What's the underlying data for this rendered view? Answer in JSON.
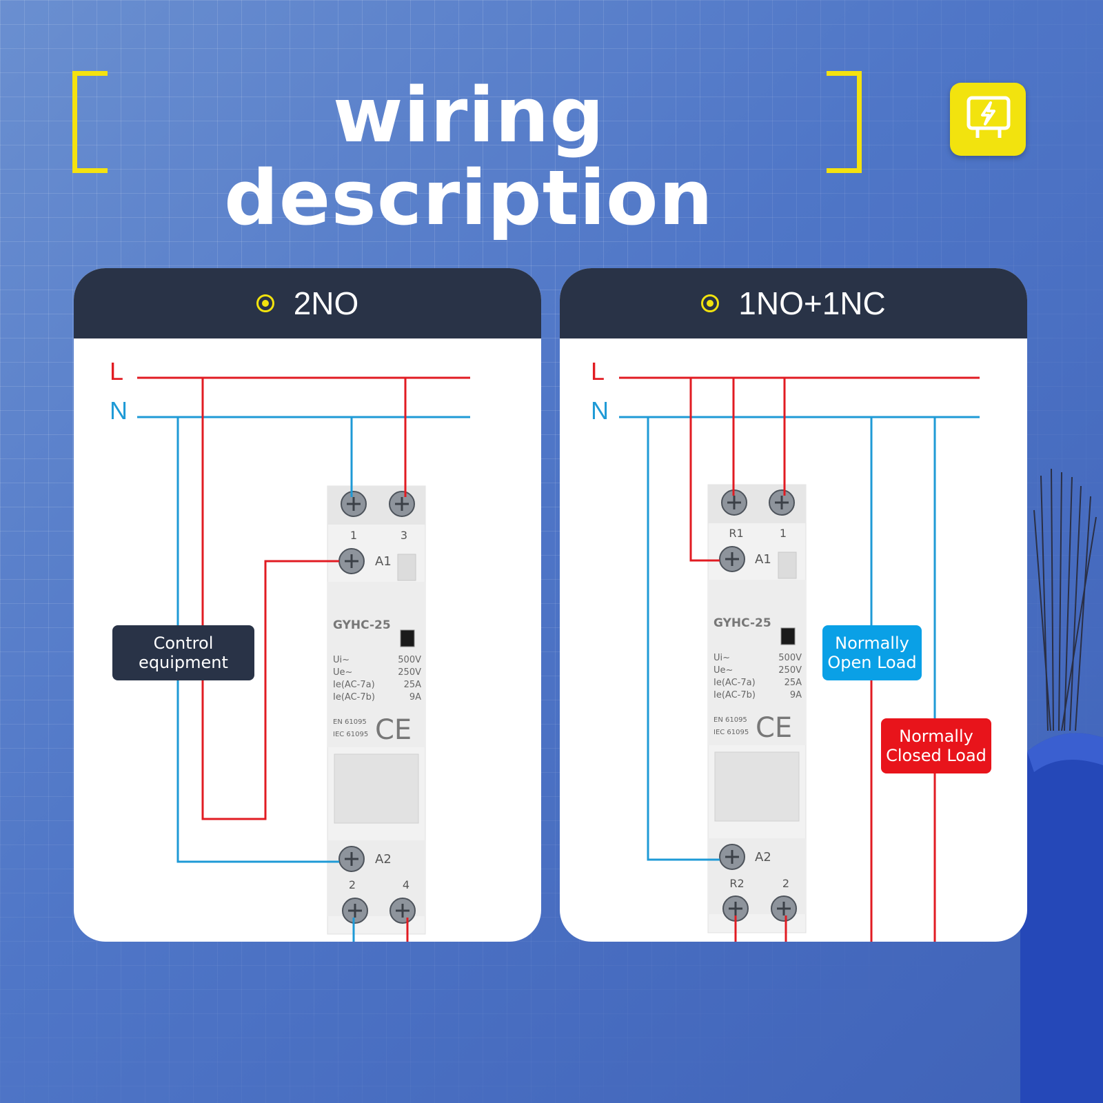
{
  "page": {
    "title": "wiring description",
    "logo_icon": "lightning-meter-icon"
  },
  "colors": {
    "line_live": "#e11b22",
    "line_neutral": "#1e9ad6",
    "accent_yellow": "#f2e30e",
    "header_dark": "#293347",
    "no_load_blue": "#0aa0e6",
    "nc_load_red": "#e8141b"
  },
  "panels": [
    {
      "title": "2NO",
      "line_l": "L",
      "line_n": "N",
      "device": {
        "model": "GYHC-25",
        "top_terminals": [
          "1",
          "3"
        ],
        "bottom_terminals": [
          "2",
          "4"
        ],
        "coil_top": "A1",
        "coil_bottom": "A2",
        "spec_labels": [
          "Ui~",
          "Ue~",
          "Ie(AC-7a)",
          "Ie(AC-7b)"
        ],
        "spec_values": [
          "500V",
          "250V",
          "25A",
          "9A"
        ],
        "standards": [
          "EN 61095",
          "IEC 61095"
        ],
        "mark": "CE"
      },
      "boxes": [
        {
          "text": "Control\nequipment"
        }
      ]
    },
    {
      "title": "1NO+1NC",
      "line_l": "L",
      "line_n": "N",
      "device": {
        "model": "GYHC-25",
        "top_terminals": [
          "R1",
          "1"
        ],
        "bottom_terminals": [
          "R2",
          "2"
        ],
        "coil_top": "A1",
        "coil_bottom": "A2",
        "spec_labels": [
          "Ui~",
          "Ue~",
          "Ie(AC-7a)",
          "Ie(AC-7b)"
        ],
        "spec_values": [
          "500V",
          "250V",
          "25A",
          "9A"
        ],
        "standards": [
          "EN 61095",
          "IEC 61095"
        ],
        "mark": "CE"
      },
      "boxes": [
        {
          "text": "Normally\nOpen Load"
        },
        {
          "text": "Normally\nClosed Load"
        }
      ]
    }
  ]
}
